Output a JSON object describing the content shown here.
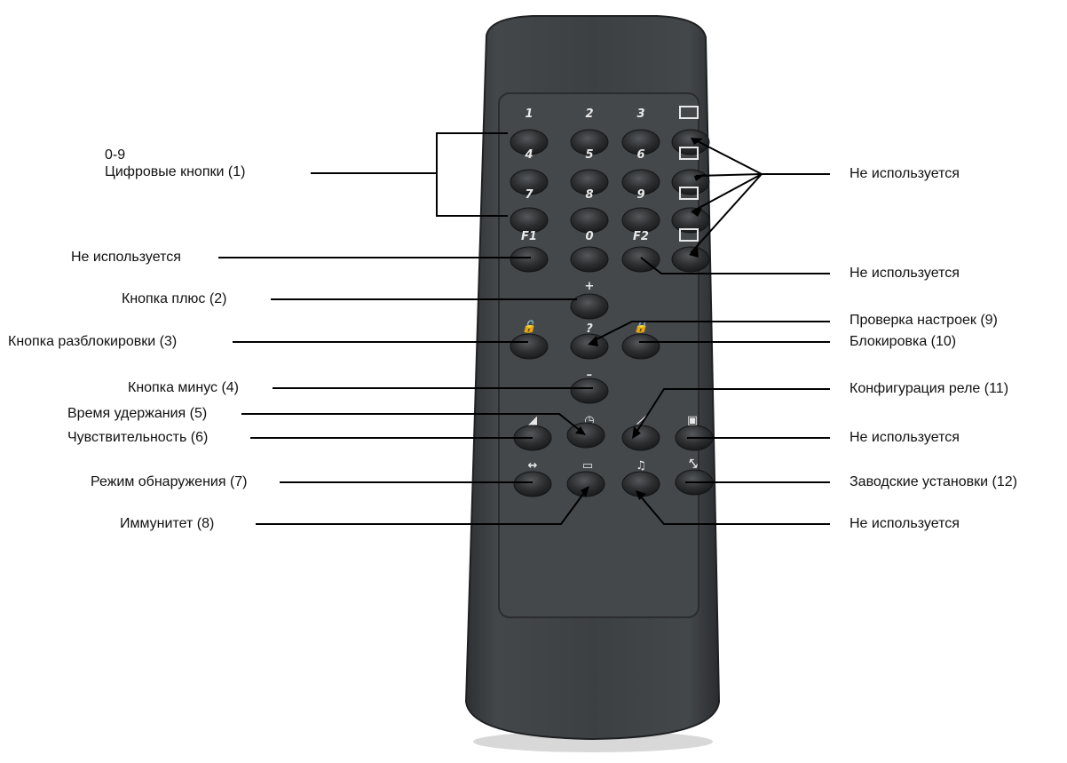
{
  "labels": {
    "digits_range": "0-9",
    "digits": "Цифровые кнопки (1)",
    "unused": "Не используется",
    "plus": "Кнопка плюс (2)",
    "unlock": "Кнопка разблокировки (3)",
    "minus": "Кнопка минус (4)",
    "hold_time": "Время удержания (5)",
    "sensitivity": "Чувствительность (6)",
    "detection_mode": "Режим обнаружения (7)",
    "immunity": "Иммунитет (8)",
    "check_settings": "Проверка настроек (9)",
    "lock": "Блокировка (10)",
    "relay_config": "Конфигурация реле (11)",
    "factory_settings": "Заводские установки (12)"
  },
  "keys": {
    "row1": [
      "1",
      "2",
      "3"
    ],
    "row2": [
      "4",
      "5",
      "6"
    ],
    "row3": [
      "7",
      "8",
      "9"
    ],
    "row4": [
      "F1",
      "0",
      "F2"
    ],
    "plus": "+",
    "check": "?",
    "minus": "–"
  },
  "icons": {
    "side_keys": [
      "input-arrow-icon",
      "input-connect-icon",
      "display-icon",
      "screen-icon"
    ],
    "unlock": "padlock-open-icon",
    "lock": "padlock-closed-icon",
    "hold_time": "clock-icon",
    "sensitivity": "ramp-icon",
    "relay": "switch-icon",
    "camera": "camera-icon",
    "detection": "arrows-icon",
    "immunity": "vibration-icon",
    "bell": "bell-icon",
    "factory": "reset-icon"
  },
  "colors": {
    "remote_body": "#3a3c3f",
    "keypad_panel": "#3f4144",
    "button": "#202224",
    "text": "#111111"
  }
}
